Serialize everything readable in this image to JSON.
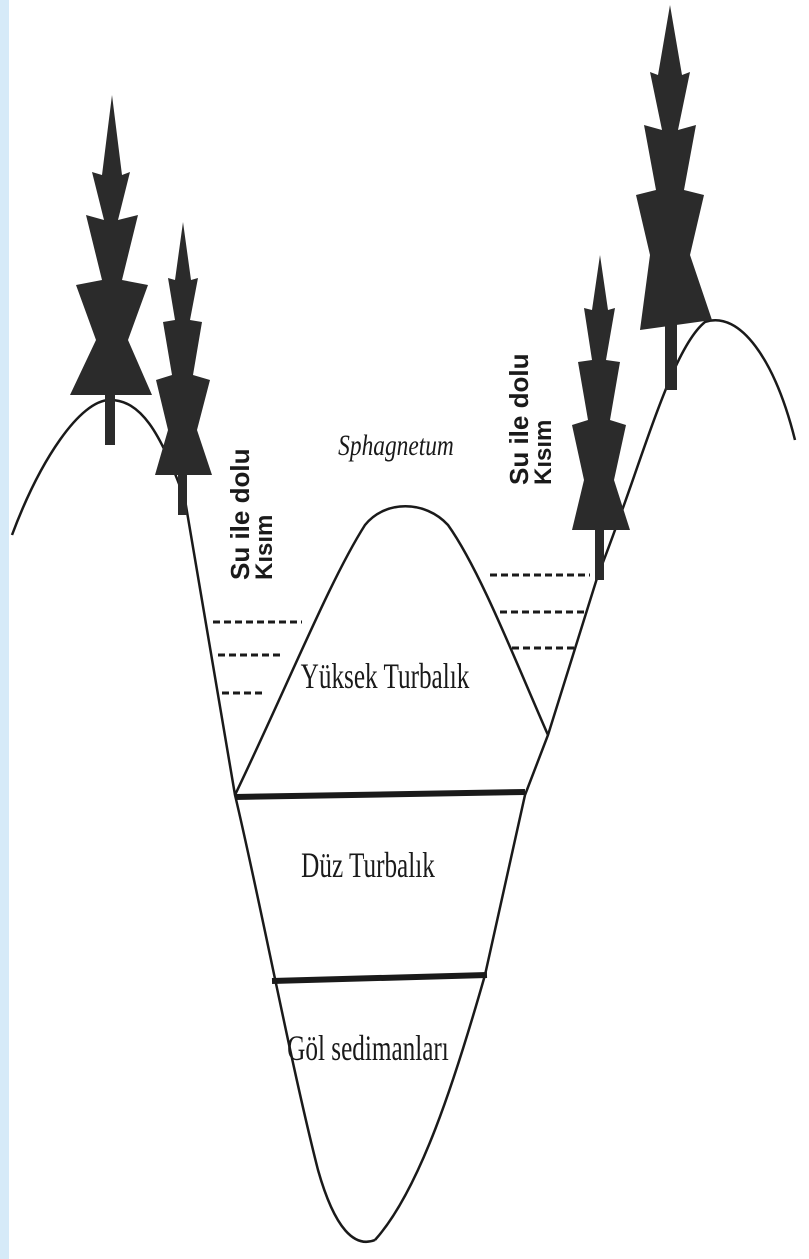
{
  "labels": {
    "sphagnetum": "Sphagnetum",
    "yuksek_turbalik": "Yüksek Turbalık",
    "duz_turbalik": "Düz Turbalık",
    "gol_sedimanlari": "Göl sedimanları",
    "left_water_line1": "Su ile dolu",
    "left_water_line2": "Kısım",
    "right_water_line1": "Su ile dolu",
    "right_water_line2": "Kısım"
  },
  "colors": {
    "ink": "#1a1a1a",
    "tree": "#2b2b2b",
    "side_strip": "#d6eaf8"
  }
}
